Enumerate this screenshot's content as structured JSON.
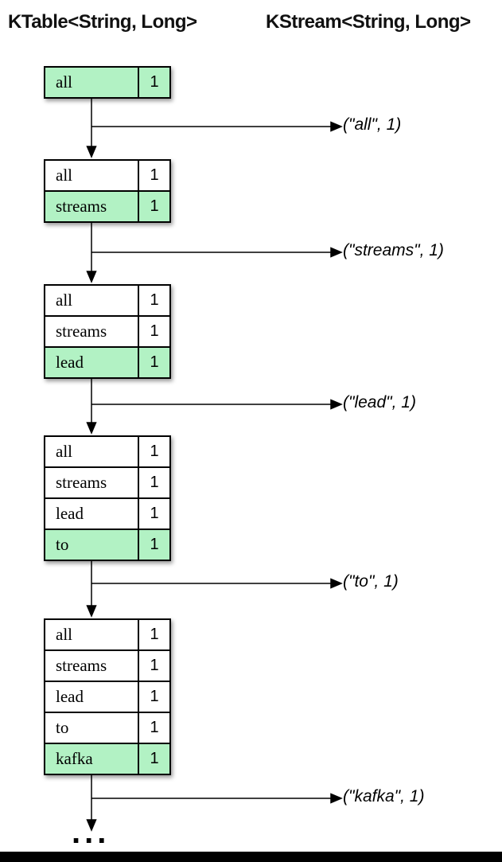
{
  "headers": {
    "ktable": "KTable<String, Long>",
    "kstream": "KStream<String, Long>"
  },
  "tables": [
    {
      "rows": [
        {
          "key": "all",
          "value": "1",
          "highlight": true
        }
      ]
    },
    {
      "rows": [
        {
          "key": "all",
          "value": "1",
          "highlight": false
        },
        {
          "key": "streams",
          "value": "1",
          "highlight": true
        }
      ]
    },
    {
      "rows": [
        {
          "key": "all",
          "value": "1",
          "highlight": false
        },
        {
          "key": "streams",
          "value": "1",
          "highlight": false
        },
        {
          "key": "lead",
          "value": "1",
          "highlight": true
        }
      ]
    },
    {
      "rows": [
        {
          "key": "all",
          "value": "1",
          "highlight": false
        },
        {
          "key": "streams",
          "value": "1",
          "highlight": false
        },
        {
          "key": "lead",
          "value": "1",
          "highlight": false
        },
        {
          "key": "to",
          "value": "1",
          "highlight": true
        }
      ]
    },
    {
      "rows": [
        {
          "key": "all",
          "value": "1",
          "highlight": false
        },
        {
          "key": "streams",
          "value": "1",
          "highlight": false
        },
        {
          "key": "lead",
          "value": "1",
          "highlight": false
        },
        {
          "key": "to",
          "value": "1",
          "highlight": false
        },
        {
          "key": "kafka",
          "value": "1",
          "highlight": true
        }
      ]
    }
  ],
  "stream_records": [
    "(\"all\", 1)",
    "(\"streams\", 1)",
    "(\"lead\", 1)",
    "(\"to\", 1)",
    "(\"kafka\", 1)"
  ],
  "ellipsis": "...",
  "colors": {
    "highlight_green": "#b2f2c4",
    "border": "#000000",
    "bottom_bar": "#000000"
  }
}
